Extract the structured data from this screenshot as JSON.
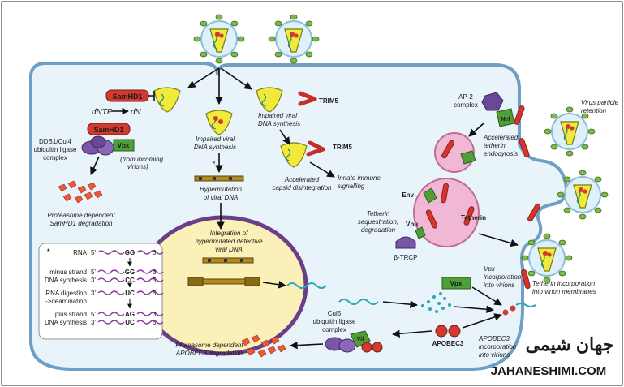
{
  "cell": {
    "membrane_color": "#6f9fc4",
    "cytoplasm_color": "#e8f4fa",
    "nucleus_fill": "#fbf1b8",
    "nucleus_border": "#6b3f87"
  },
  "labels": {
    "samhd1_top": "SamHD1",
    "dntp": "dNTP",
    "dn": "dN",
    "samhd1_mid": "SamHD1",
    "vpx_mid": "Vpx",
    "ddb1_line1": "DDB1/Cul4",
    "ddb1_line2": "ubiquitin ligase",
    "ddb1_line3": "complex",
    "from_incoming_1": "(from incoming",
    "from_incoming_2": "virions)",
    "proteasome_samhd1_1": "Proteasome dependent",
    "proteasome_samhd1_2": "SamHD1 degradation",
    "impaired_dna_1": "Impaired viral",
    "impaired_dna_2": "DNA synthesis",
    "asterisk_mid": "*",
    "hypermutation_1": "Hypermutation",
    "hypermutation_2": "of viral DNA",
    "impaired_trim_1": "Impaired viral",
    "impaired_trim_2": "DNA synthesis",
    "trim5_a": "TRIM5",
    "trim5_b": "TRIM5",
    "accel_capsid_1": "Accelerated",
    "accel_capsid_2": "capsid disintegration",
    "innate_1": "Innate immune",
    "innate_2": "signalling",
    "integration_1": "Integration of",
    "integration_2": "hypermutated defective",
    "integration_3": "viral DNA",
    "ap2_1": "AP-2",
    "ap2_2": "complex",
    "nef": "Nef",
    "accel_tetherin_1": "Accelerated",
    "accel_tetherin_2": "tetherin",
    "accel_tetherin_3": "endocytosis",
    "virus_retention_1": "Virus particle",
    "virus_retention_2": "retention",
    "env": "Env",
    "tetherin": "Tetherin",
    "tether_seq_1": "Tetherin",
    "tether_seq_2": "sequestration,",
    "tether_seq_3": "degradation",
    "vpu": "Vpu",
    "btrcp": "β-TRCP",
    "vpx_right": "Vpx",
    "vpx_incorp_1": "Vpx",
    "vpx_incorp_2": "incorporation",
    "vpx_incorp_3": "into virions",
    "tetherin_incorp_1": "Tetherin incorporation",
    "tetherin_incorp_2": "into virion membranes",
    "cul5_1": "Cul5",
    "cul5_2": "ubiquitin ligase",
    "cul5_3": "complex",
    "vif": "Vif",
    "apobec3": "APOBEC3",
    "apobec3_incorp_1": "APOBEC3",
    "apobec3_incorp_2": "incorporation",
    "apobec3_incorp_3": "into virions",
    "proteasome_apobec_1": "Proteasome dependent",
    "proteasome_apobec_2": "APOBEC3 degradation"
  },
  "inset": {
    "asterisk": "*",
    "rows": [
      {
        "label_1": "RNA",
        "label_2": "",
        "left_top": "5'",
        "mid_top": "GG",
        "right_top": "3'",
        "left_bot": "",
        "mid_bot": "",
        "right_bot": ""
      },
      {
        "label_1": "minus strand",
        "label_2": "DNA synthesis",
        "left_top": "5'",
        "mid_top": "GG",
        "right_top": "3'",
        "left_bot": "3'",
        "mid_bot": "CC",
        "right_bot": "5'"
      },
      {
        "label_1": "RNA digestion",
        "label_2": "->deamination",
        "left_top": "",
        "mid_top": "",
        "right_top": "",
        "left_bot": "3'",
        "mid_bot": "UC",
        "right_bot": "5'"
      },
      {
        "label_1": "plus strand",
        "label_2": "DNA synthesis",
        "left_top": "5'",
        "mid_top": "AG",
        "right_top": "3'",
        "left_bot": "3'",
        "mid_bot": "UC",
        "right_bot": "5'"
      }
    ]
  },
  "watermark": {
    "arabic": "جهان شیمی",
    "latin": "JAHANESHIMI.COM"
  }
}
